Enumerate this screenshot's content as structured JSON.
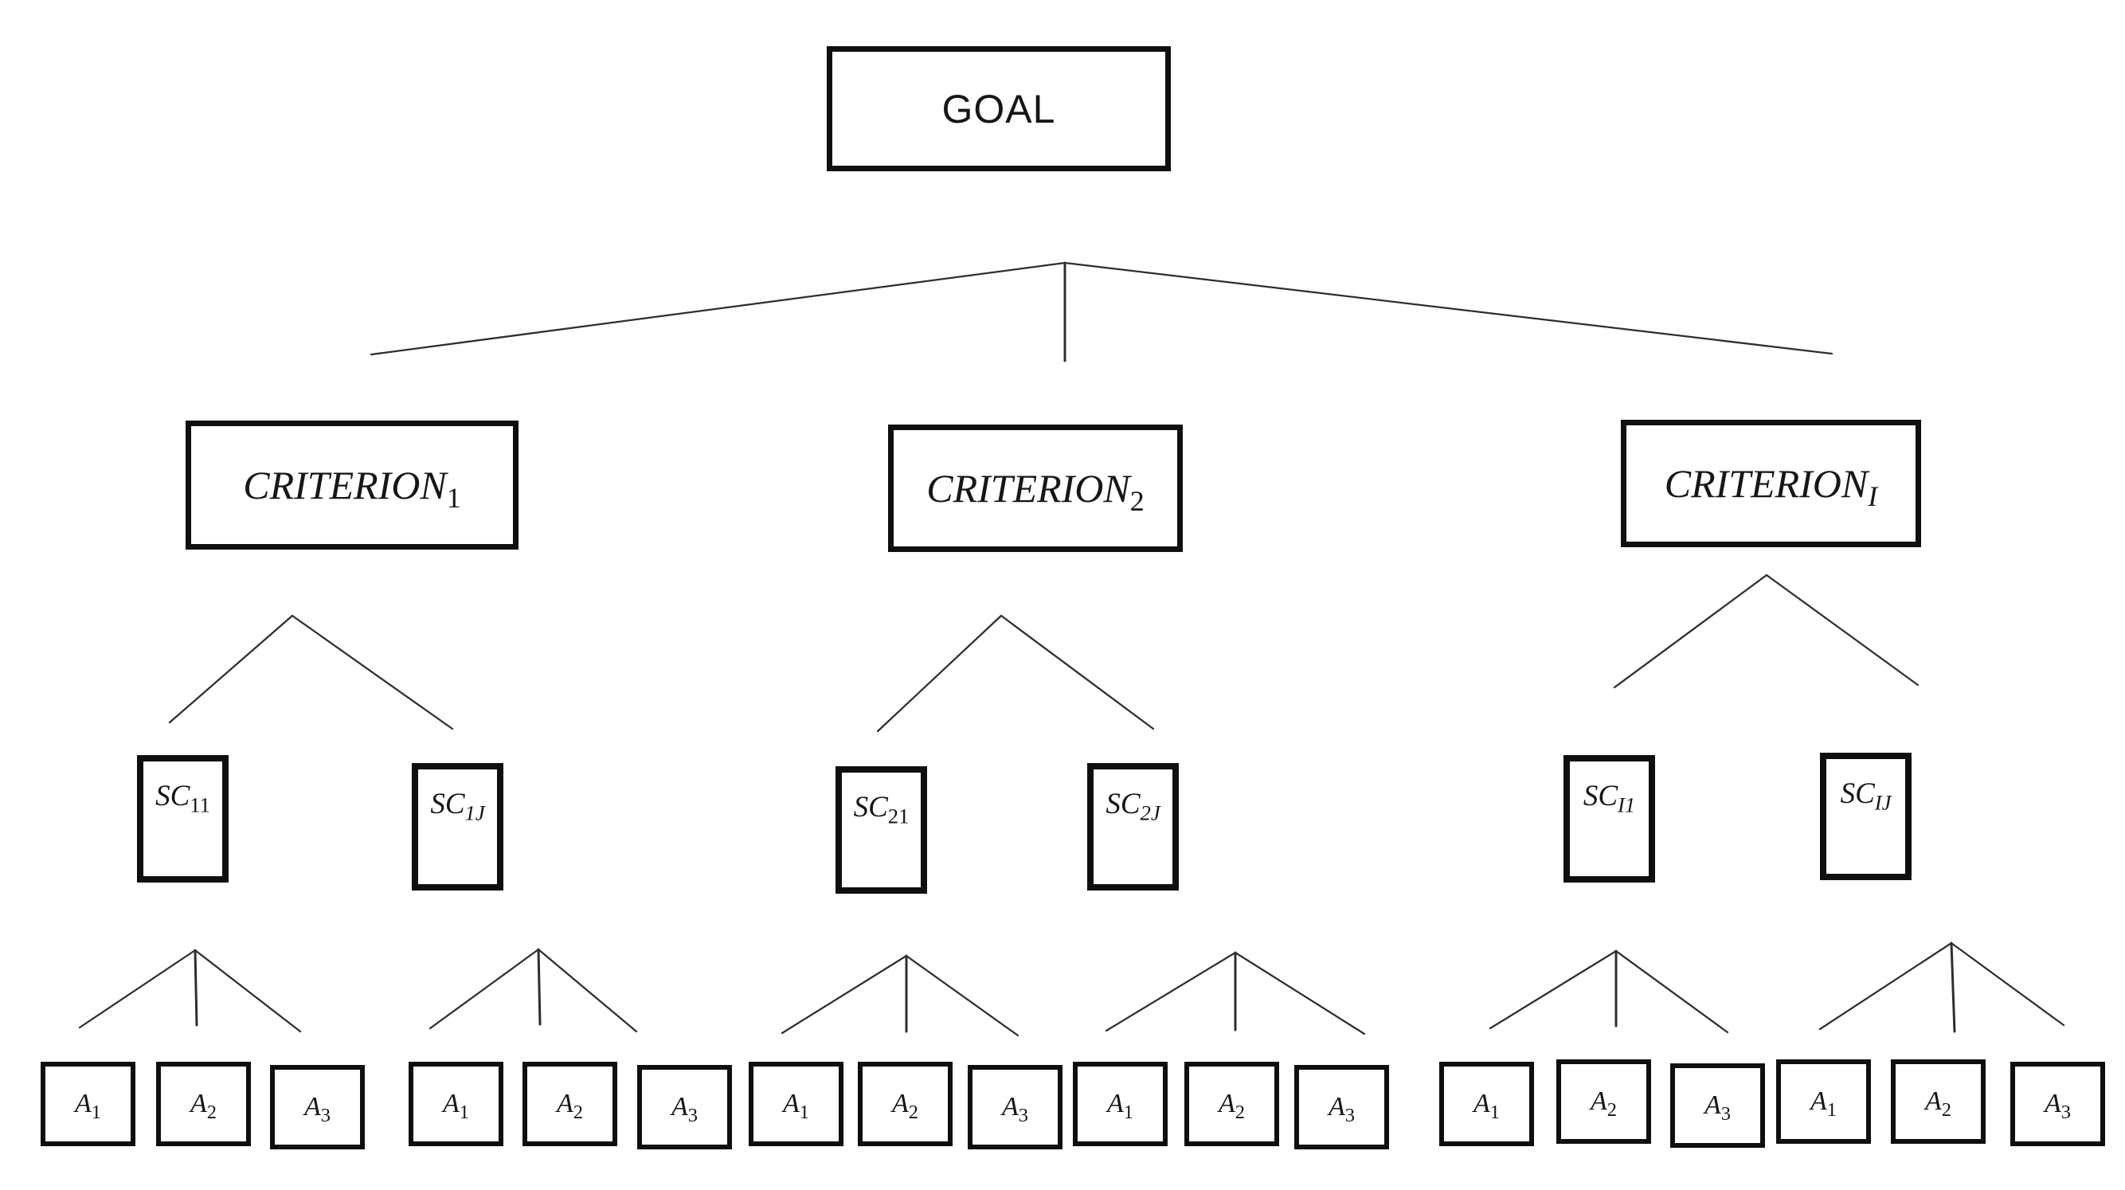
{
  "colors": {
    "background": "#ffffff",
    "box_border": "#0f0f0f",
    "connector_line": "#2e2e2e",
    "text": "#161616"
  },
  "diagram": {
    "type": "hierarchy-tree",
    "goal": {
      "label": "GOAL"
    },
    "criteria": [
      {
        "base": "CRITERION",
        "sub": "1"
      },
      {
        "base": "CRITERION",
        "sub": "2"
      },
      {
        "base": "CRITERION",
        "sub": "I"
      }
    ],
    "subcriteria": [
      {
        "base": "SC",
        "sub": "11"
      },
      {
        "base": "SC",
        "sub": "1J"
      },
      {
        "base": "SC",
        "sub": "21"
      },
      {
        "base": "SC",
        "sub": "2J"
      },
      {
        "base": "SC",
        "sub": "I1"
      },
      {
        "base": "SC",
        "sub": "IJ"
      }
    ],
    "alternatives": [
      {
        "base": "A",
        "sub": "1"
      },
      {
        "base": "A",
        "sub": "2"
      },
      {
        "base": "A",
        "sub": "3"
      },
      {
        "base": "A",
        "sub": "1"
      },
      {
        "base": "A",
        "sub": "2"
      },
      {
        "base": "A",
        "sub": "3"
      },
      {
        "base": "A",
        "sub": "1"
      },
      {
        "base": "A",
        "sub": "2"
      },
      {
        "base": "A",
        "sub": "3"
      },
      {
        "base": "A",
        "sub": "1"
      },
      {
        "base": "A",
        "sub": "2"
      },
      {
        "base": "A",
        "sub": "3"
      },
      {
        "base": "A",
        "sub": "1"
      },
      {
        "base": "A",
        "sub": "2"
      },
      {
        "base": "A",
        "sub": "3"
      },
      {
        "base": "A",
        "sub": "1"
      },
      {
        "base": "A",
        "sub": "2"
      },
      {
        "base": "A",
        "sub": "3"
      }
    ]
  }
}
